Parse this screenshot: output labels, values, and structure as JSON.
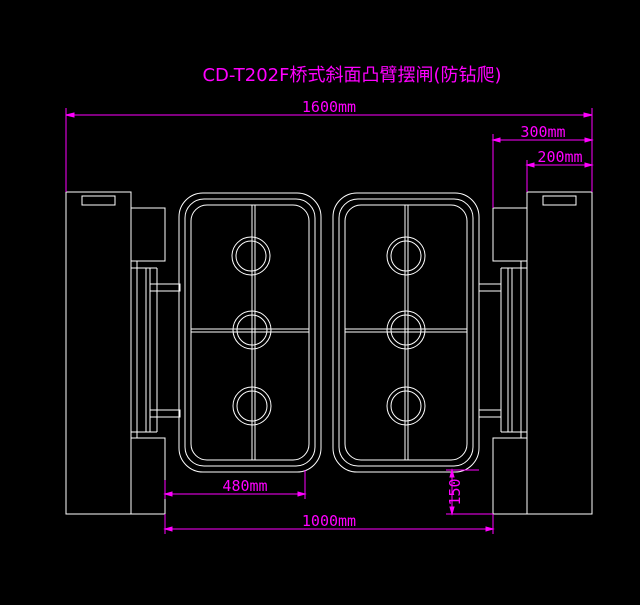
{
  "title": "CD-T202F桥式斜面凸臂摆闸(防钻爬)",
  "dimensions": {
    "overall_width": "1600mm",
    "side_300": "300mm",
    "side_200": "200mm",
    "arm_480": "480mm",
    "passage_1000": "1000mm",
    "gap_150": "150"
  },
  "colors": {
    "background": "#000000",
    "line": "#ffffff",
    "dimension": "#ff00ff",
    "title": "#ff00ff"
  }
}
